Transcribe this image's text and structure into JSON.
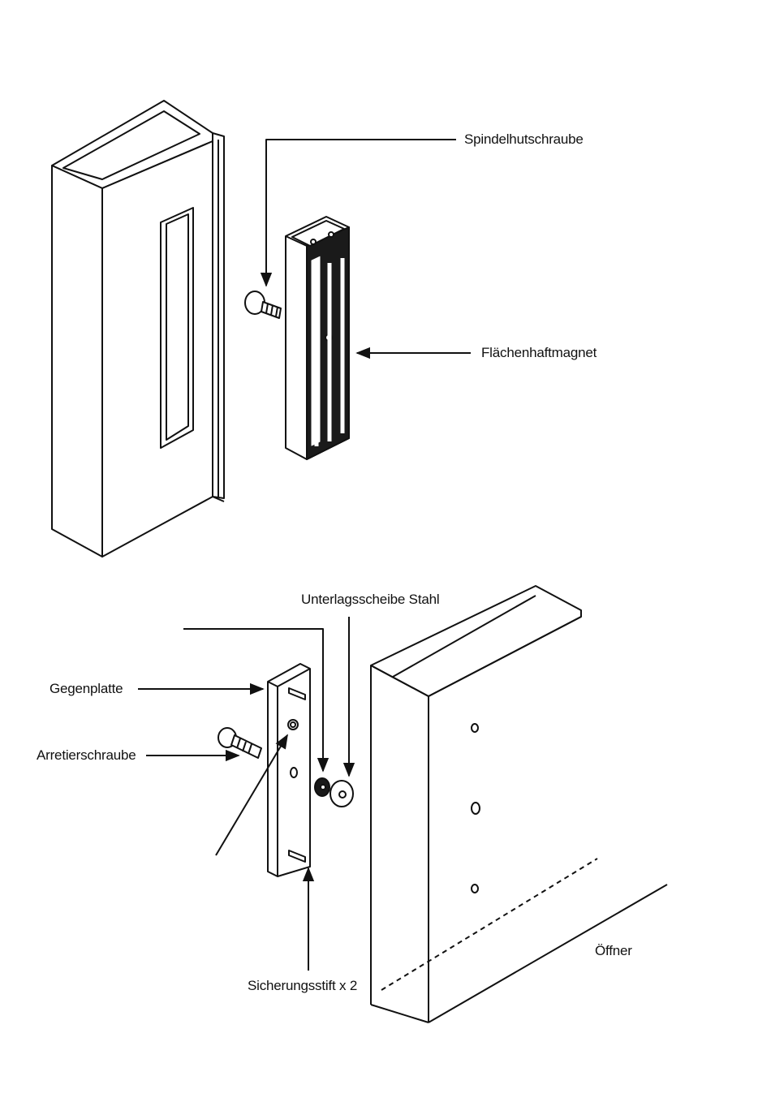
{
  "labels": {
    "spindelhutschraube": "Spindelhutschraube",
    "flaechenhaftmagnet": "Flächenhaftmagnet",
    "unterlagsscheibe": "Unterlagsscheibe Stahl",
    "gegenplatte": "Gegenplatte",
    "arretierschraube": "Arretierschraube",
    "sicherungsstift": "Sicherungsstift x 2",
    "oeffner": "Öffner"
  }
}
